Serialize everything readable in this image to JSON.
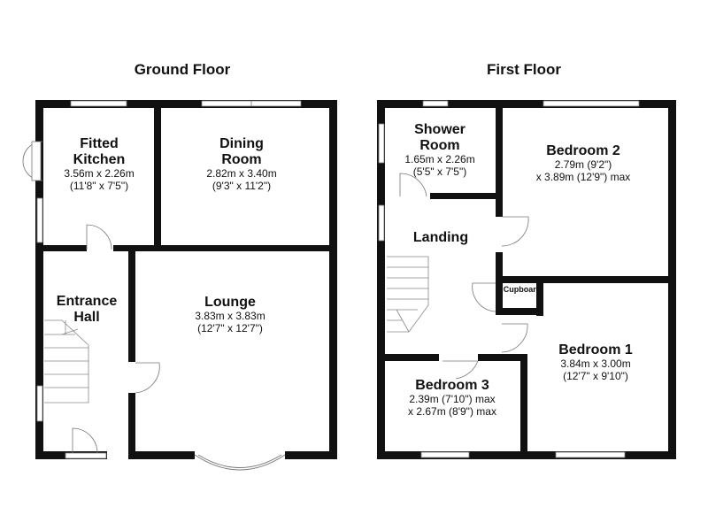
{
  "ground_floor": {
    "title": "Ground Floor",
    "rooms": {
      "kitchen": {
        "name_1": "Fitted",
        "name_2": "Kitchen",
        "dim_1": "3.56m x 2.26m",
        "dim_2": "(11'8\" x 7'5\")"
      },
      "dining": {
        "name_1": "Dining",
        "name_2": "Room",
        "dim_1": "2.82m x 3.40m",
        "dim_2": "(9'3\" x 11'2\")"
      },
      "hall": {
        "name_1": "Entrance",
        "name_2": "Hall"
      },
      "lounge": {
        "name_1": "Lounge",
        "dim_1": "3.83m x 3.83m",
        "dim_2": "(12'7\" x 12'7\")"
      }
    }
  },
  "first_floor": {
    "title": "First Floor",
    "rooms": {
      "shower": {
        "name_1": "Shower",
        "name_2": "Room",
        "dim_1": "1.65m x 2.26m",
        "dim_2": "(5'5\" x 7'5\")"
      },
      "bedroom2": {
        "name_1": "Bedroom 2",
        "dim_1": "2.79m (9'2\")",
        "dim_2": "x 3.89m (12'9\") max"
      },
      "landing": {
        "name_1": "Landing"
      },
      "cupboard": {
        "name_1": "Cupboard"
      },
      "bedroom1": {
        "name_1": "Bedroom 1",
        "dim_1": "3.84m x 3.00m",
        "dim_2": "(12'7\" x 9'10\")"
      },
      "bedroom3": {
        "name_1": "Bedroom 3",
        "dim_1": "2.39m (7'10\") max",
        "dim_2": "x 2.67m (8'9\") max"
      }
    }
  }
}
